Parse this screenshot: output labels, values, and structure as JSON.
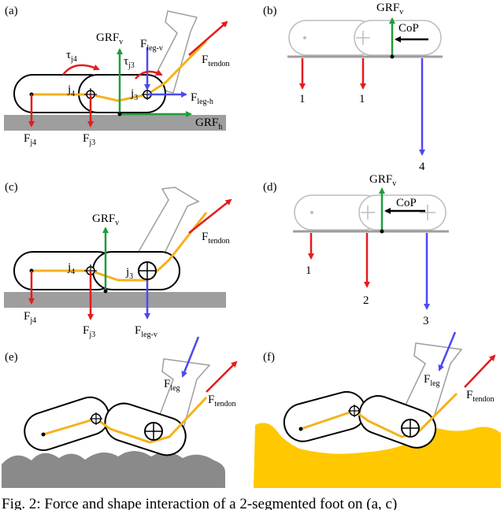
{
  "panels": {
    "a": "(a)",
    "b": "(b)",
    "c": "(c)",
    "d": "(d)",
    "e": "(e)",
    "f": "(f)"
  },
  "labels": {
    "grf": "GRF",
    "grf_v_sub": "v",
    "grf_h_sub": "h",
    "tau": "τ",
    "tau_j4_sub": "j4",
    "tau_j3_sub": "j3",
    "f": "F",
    "leg_v_sub": "leg-v",
    "leg_h_sub": "leg-h",
    "leg_sub": "leg",
    "tendon_sub": "tendon",
    "j": "j",
    "j4_sub": "4",
    "j3_sub": "3",
    "fj4_sub": "j4",
    "fj3_sub": "j3",
    "cop": "CoP"
  },
  "magnitudes_b": {
    "left": "1",
    "mid": "1",
    "right": "4"
  },
  "magnitudes_d": {
    "left": "1",
    "mid": "2",
    "right": "3"
  },
  "caption": "Fig. 2: Force and shape interaction of a 2-segmented foot on (a, c)",
  "colors": {
    "red": "#e41b1b",
    "blue": "#4a4af0",
    "green": "#1e9e3a",
    "tendon": "#f5b21b",
    "ground": "#9e9e9e",
    "sand": "#ffc800"
  }
}
